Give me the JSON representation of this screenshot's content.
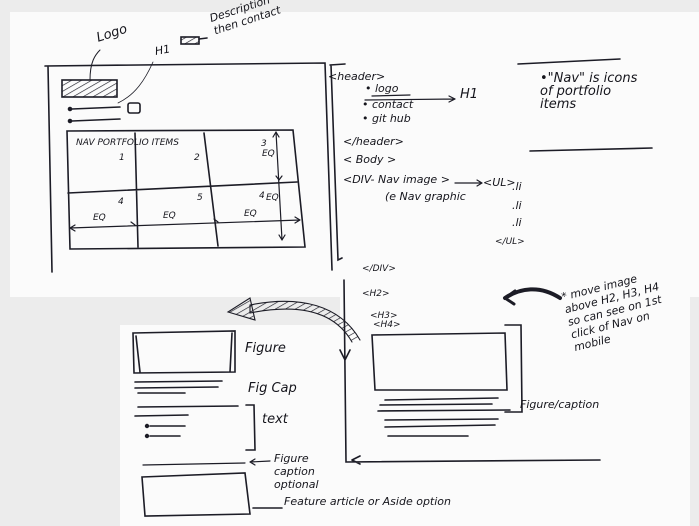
{
  "top_wireframe": {
    "logo_label": "Logo",
    "h1_label": "H1",
    "description_note": "Description then contact",
    "nav_title": "NAV PORTFOLIO ITEMS",
    "cell_numbers": [
      "1",
      "2",
      "3",
      "4",
      "5"
    ],
    "eq_label": "EQ"
  },
  "markup_outline": {
    "header_open": "<header>",
    "items": [
      "• logo",
      "• contact",
      "• git hub"
    ],
    "h1_target": "H1",
    "header_close": "</header>",
    "body": "< Body >",
    "div_nav": "<DIV- Nav image >",
    "div_nav_sub": "(e Nav graphic",
    "ul_open": "<UL>",
    "li_items": [
      ".li",
      ".li",
      ".li"
    ],
    "ul_close": "</UL>"
  },
  "nav_note": "•\"Nav\" is icons of portfolio items",
  "bottom_outline": {
    "div_close": "</DIV>",
    "h2": "<H2>",
    "h3": "<H3>",
    "h4": "<H4>",
    "figure_caption_label": "Figure/caption",
    "move_note": "* move image above H2, H3, H4 so can see on 1st click of Nav on mobile"
  },
  "mobile_wireframe": {
    "figure_label": "Figure",
    "fig_cap_label": "Fig Cap",
    "text_label": "text",
    "figure_caption_optional": "Figure caption optional",
    "feature_label": "Feature article or Aside option"
  }
}
